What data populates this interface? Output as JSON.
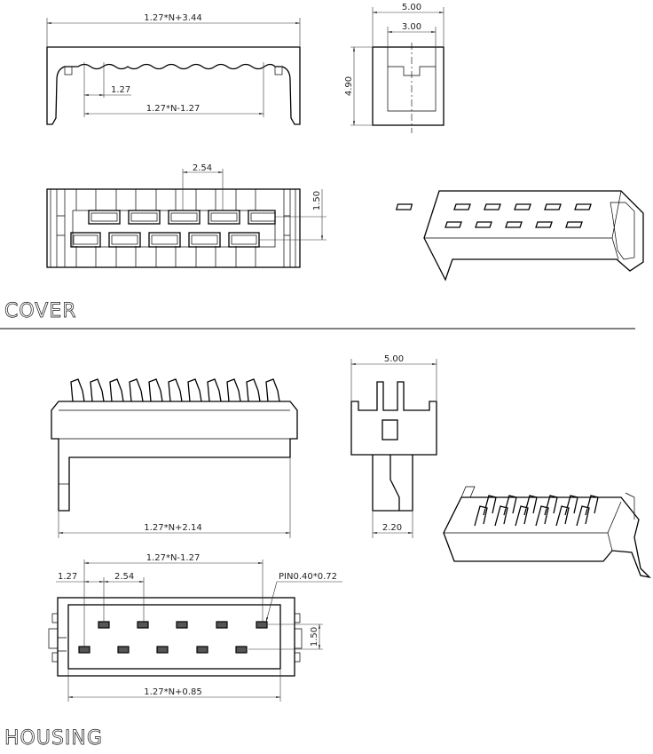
{
  "cover": {
    "section_label": "COVER",
    "dims": {
      "overall_length": "1.27*N+3.44",
      "pitch": "1.27",
      "pin_span": "1.27*N-1.27",
      "width": "5.00",
      "inner_width": "3.00",
      "height": "4.90",
      "row_pitch": "2.54",
      "row_offset": "1.50"
    }
  },
  "housing": {
    "section_label": "HOUSING",
    "dims": {
      "overall_length": "1.27*N+2.14",
      "width": "5.00",
      "leg_width": "2.20",
      "pin_span": "1.27*N-1.27",
      "pitch": "1.27",
      "row_pitch": "2.54",
      "pin_size": "PIN0.40*0.72",
      "row_offset": "1.50",
      "body_length": "1.27*N+0.85"
    }
  }
}
